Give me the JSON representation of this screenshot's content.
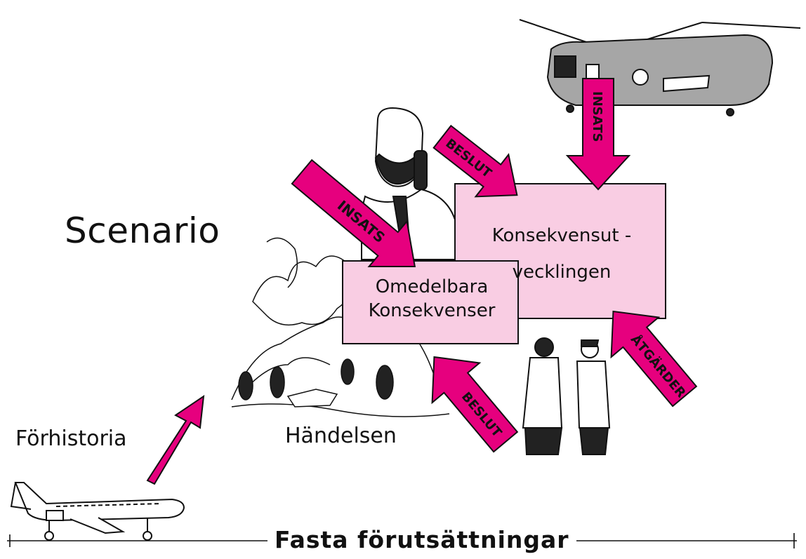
{
  "title": "Scenario",
  "prehistory_label": "Förhistoria",
  "event_label": "Händelsen",
  "baseline_label": "Fasta förutsättningar",
  "boxes": {
    "immediate": {
      "line1": "Omedelbara",
      "line2": "Konsekvenser"
    },
    "development": {
      "line1": "Konsekvensut -",
      "line2": "vecklingen"
    }
  },
  "arrows": {
    "insats_left": "INSATS",
    "beslut_top": "BESLUT",
    "insats_heli": "INSATS",
    "atgarder": "ÅTGÄRDER",
    "beslut_bottom": "BESLUT"
  },
  "colors": {
    "arrow": "#e6007e",
    "box_fill": "#f9cde3",
    "ink": "#111111"
  }
}
